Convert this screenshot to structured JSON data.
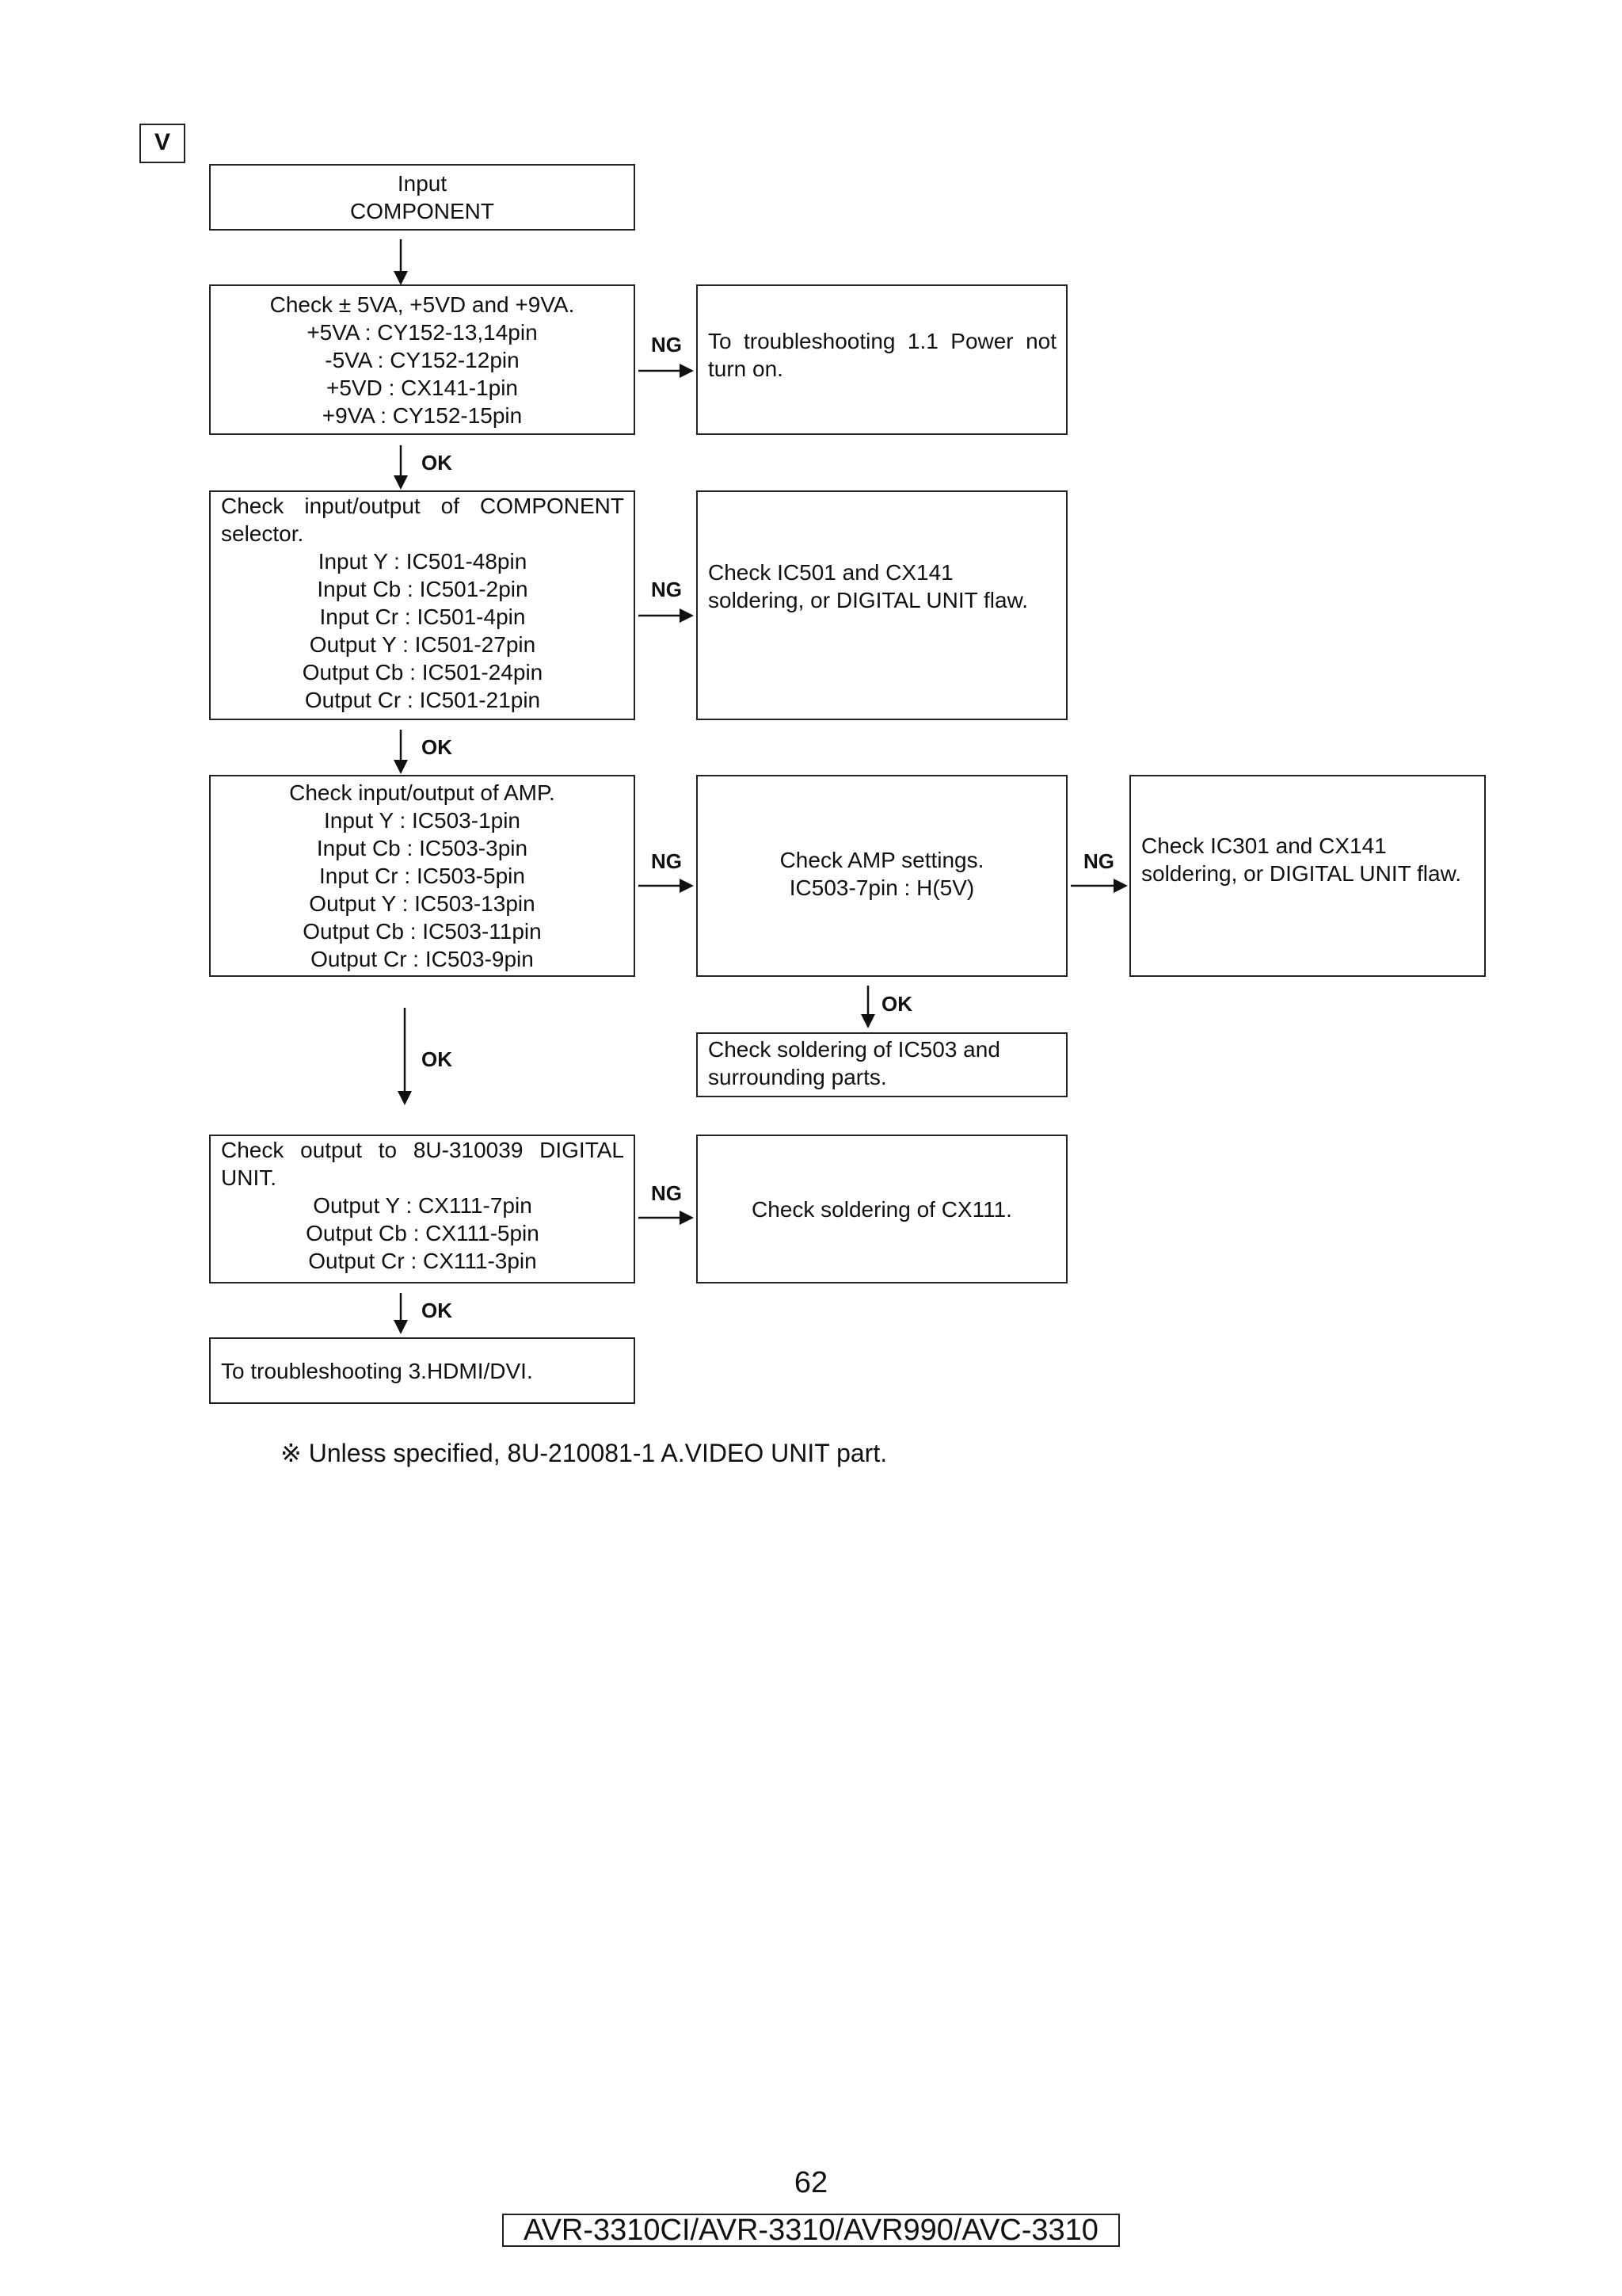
{
  "section_label": "V",
  "nodes": {
    "input": {
      "lines": [
        "Input",
        "COMPONENT"
      ]
    },
    "power_check": {
      "lines": [
        "Check ± 5VA, +5VD and +9VA.",
        "+5VA : CY152-13,14pin",
        "-5VA : CY152-12pin",
        "+5VD : CX141-1pin",
        "+9VA : CY152-15pin"
      ]
    },
    "power_ng": {
      "lines": [
        "To troubleshooting 1.1 Power not turn on."
      ]
    },
    "selector_check": {
      "header": "Check input/output of COMPONENT selector.",
      "lines": [
        "Input Y : IC501-48pin",
        "Input Cb : IC501-2pin",
        "Input Cr : IC501-4pin",
        "Output Y : IC501-27pin",
        "Output Cb : IC501-24pin",
        "Output Cr : IC501-21pin"
      ]
    },
    "selector_ng": {
      "lines": [
        "Check IC501 and CX141",
        "soldering, or DIGITAL UNIT flaw."
      ]
    },
    "amp_check": {
      "lines": [
        "Check input/output of AMP.",
        "Input Y : IC503-1pin",
        "Input Cb : IC503-3pin",
        "Input Cr : IC503-5pin",
        "Output Y : IC503-13pin",
        "Output Cb : IC503-11pin",
        "Output Cr : IC503-9pin"
      ]
    },
    "amp_settings": {
      "lines": [
        "Check AMP settings.",
        "IC503-7pin : H(5V)"
      ]
    },
    "amp_settings_ng": {
      "lines": [
        "Check IC301 and CX141",
        "soldering, or DIGITAL UNIT flaw."
      ]
    },
    "amp_settings_ok": {
      "lines": [
        "Check soldering of IC503 and",
        "surrounding parts."
      ]
    },
    "digital_check": {
      "header": "Check output to 8U-310039 DIGITAL UNIT.",
      "lines": [
        "Output Y : CX111-7pin",
        "Output Cb : CX111-5pin",
        "Output Cr : CX111-3pin"
      ]
    },
    "digital_ng": {
      "lines": [
        "Check soldering of CX111."
      ]
    },
    "final": {
      "lines": [
        "To troubleshooting 3.HDMI/DVI."
      ]
    }
  },
  "edge_labels": {
    "ok": "OK",
    "ng": "NG"
  },
  "footnote": "※  Unless specified, 8U-210081-1 A.VIDEO UNIT part.",
  "page_number": "62",
  "model_line": "AVR-3310CI/AVR-3310/AVR990/AVC-3310"
}
